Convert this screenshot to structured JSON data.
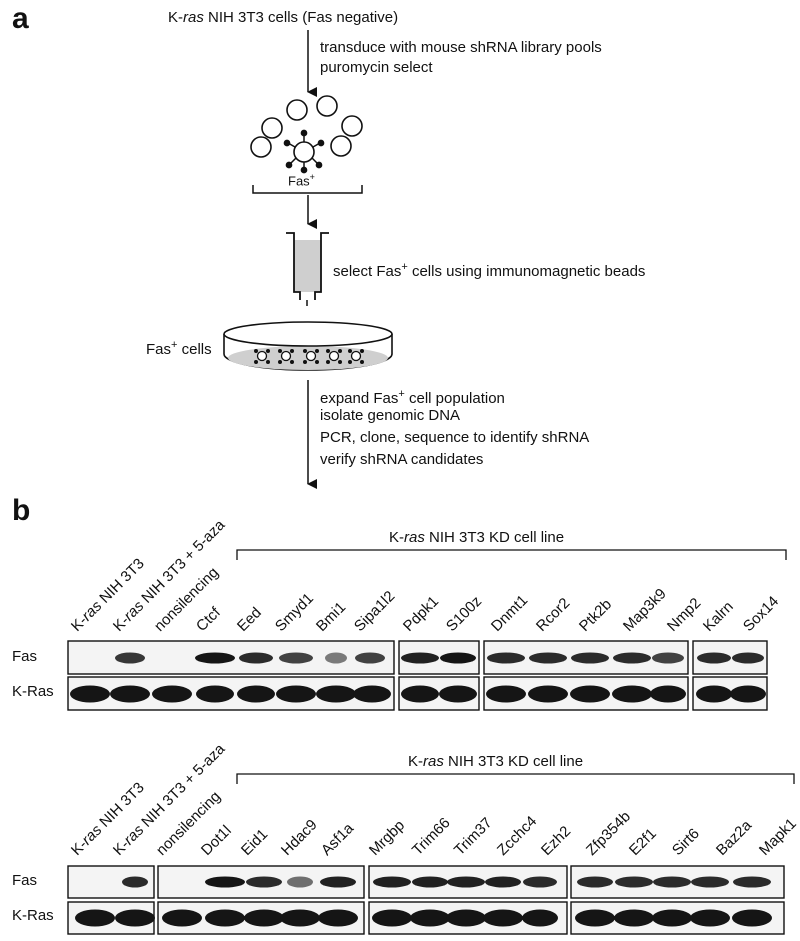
{
  "panel_a": {
    "letter": "a",
    "start_label_pre": "K-",
    "start_label_ital": "ras",
    "start_label_post": " NIH 3T3 cells (Fas negative)",
    "step1_line1": "transduce with mouse shRNA library pools",
    "step1_line2": "puromycin select",
    "fas_plus_label": "Fas",
    "fas_plus_sup": "+",
    "step2_pre": "select Fas",
    "step2_sup": "+",
    "step2_post": " cells using immunomagnetic beads",
    "dish_label_pre": "Fas",
    "dish_label_sup": "+",
    "dish_label_post": " cells",
    "step3_line1_pre": "expand Fas",
    "step3_line1_sup": "+",
    "step3_line1_post": " cell population",
    "step3_line2": "isolate genomic DNA",
    "step3_line3": "PCR, clone, sequence to identify shRNA",
    "step3_line4": "verify shRNA candidates"
  },
  "panel_b": {
    "letter": "b",
    "kd_pre": "K-",
    "kd_ital": "ras",
    "kd_post": " NIH 3T3 KD cell line",
    "row_fas": "Fas",
    "row_kras": "K-Ras",
    "blot1_lanes": [
      "K-ras NIH 3T3",
      "K-ras NIH 3T3 + 5-aza",
      "nonsilencing",
      "Ctcf",
      "Eed",
      "Smyd1",
      "Bmi1",
      "Sipa1l2",
      "Pdpk1",
      "S100z",
      "Dnmt1",
      "Rcor2",
      "Ptk2b",
      "Map3k9",
      "Nmp2",
      "Kalrn",
      "Sox14"
    ],
    "blot2_lanes": [
      "K-ras NIH 3T3",
      "K-ras NIH 3T3 + 5-aza",
      "nonsilencing",
      "Dot1l",
      "Eid1",
      "Hdac9",
      "Asf1a",
      "Mrgbp",
      "Trim66",
      "Trim37",
      "Zcchc4",
      "Ezh2",
      "Zfp354b",
      "E2f1",
      "Sirt6",
      "Baz2a",
      "Mapk1"
    ]
  }
}
